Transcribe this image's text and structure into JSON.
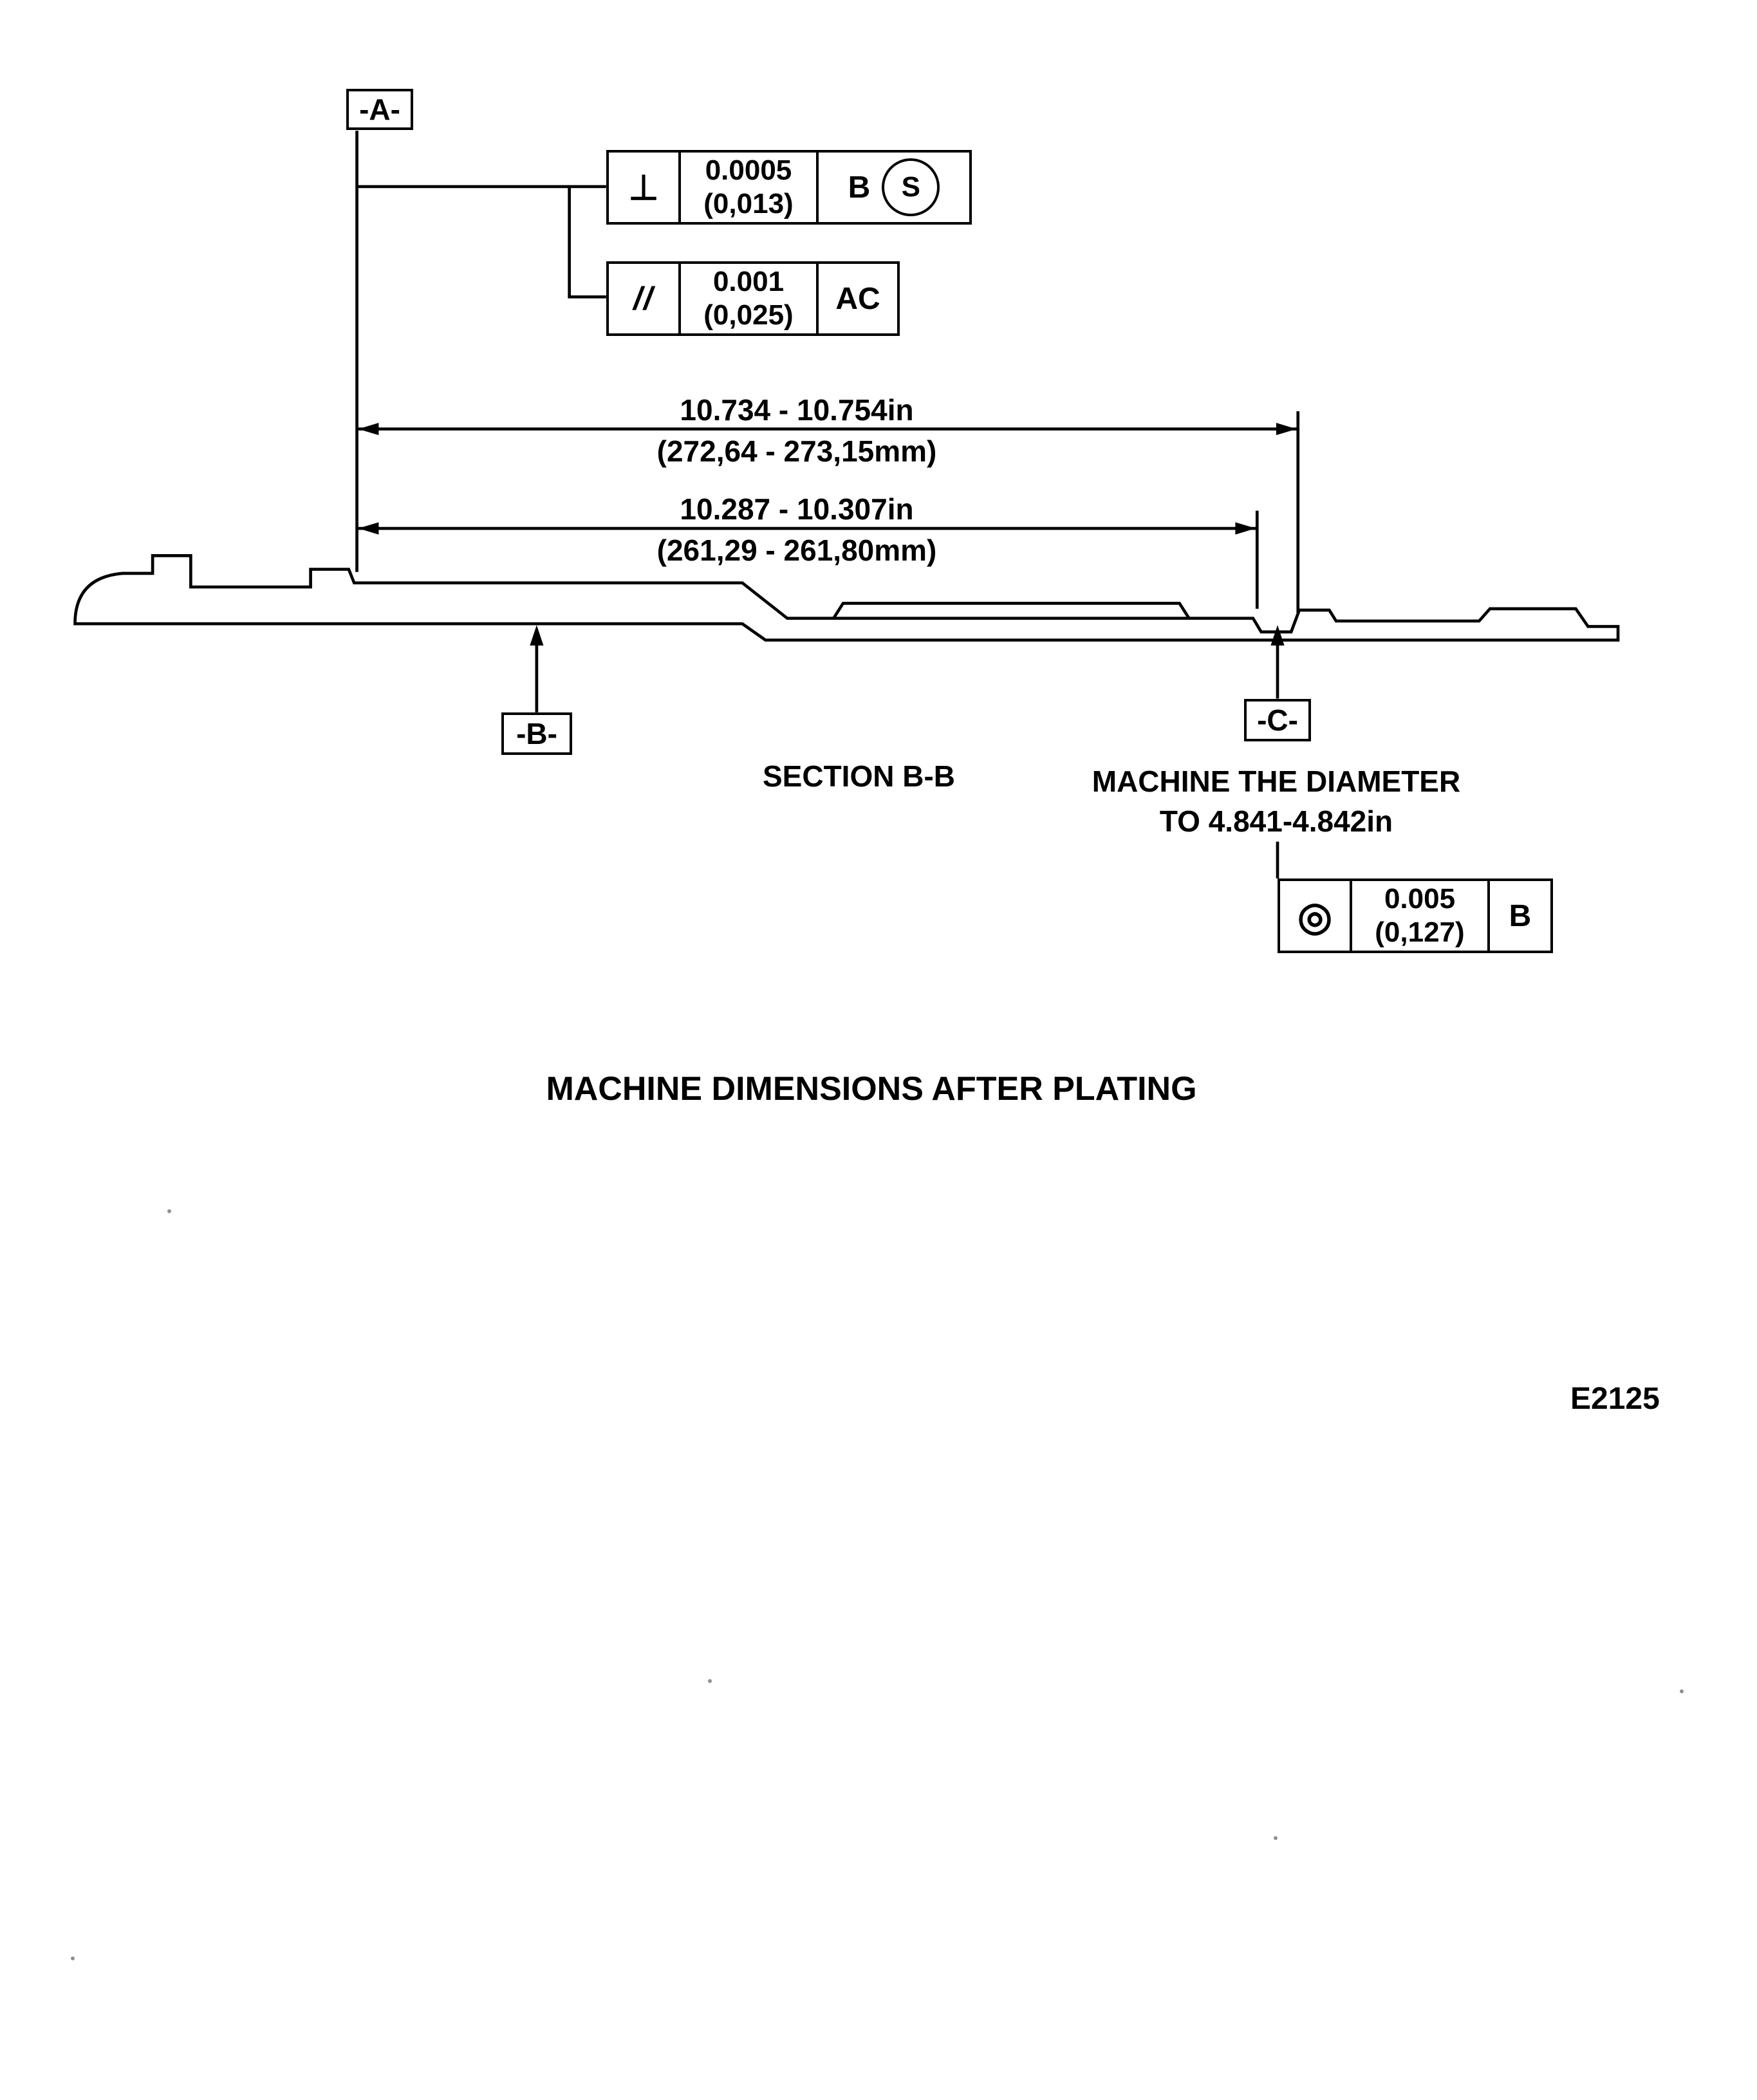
{
  "drawing": {
    "datum_a": "-A-",
    "datum_b": "-B-",
    "datum_c": "-C-",
    "section_label": "SECTION B-B",
    "machine_note_line1": "MACHINE THE DIAMETER",
    "machine_note_line2": "TO 4.841-4.842in",
    "bottom_note": "MACHINE DIMENSIONS AFTER PLATING",
    "figure_code": "E2125",
    "dim1_in": "10.734 - 10.754in",
    "dim1_mm": "(272,64 - 273,15mm)",
    "dim2_in": "10.287 - 10.307in",
    "dim2_mm": "(261,29 - 261,80mm)",
    "fcf_perp": {
      "symbol": "⊥",
      "tol_in": "0.0005",
      "tol_mm": "(0,013)",
      "datum": "B",
      "modifier": "S"
    },
    "fcf_par": {
      "symbol": "//",
      "tol_in": "0.001",
      "tol_mm": "(0,025)",
      "datum": "AC"
    },
    "fcf_conc": {
      "symbol": "◎",
      "tol_in": "0.005",
      "tol_mm": "(0,127)",
      "datum": "B"
    }
  }
}
